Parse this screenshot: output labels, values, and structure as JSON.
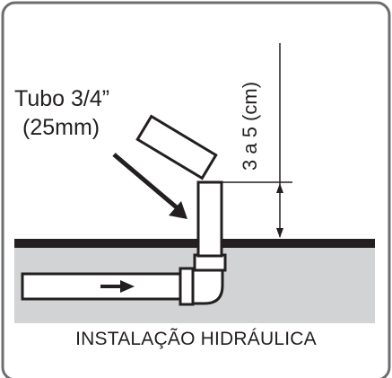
{
  "diagram": {
    "tube_label_line1": "Tubo 3/4”",
    "tube_label_line2": "(25mm)",
    "dimension_label": "3 a 5 (cm)",
    "caption": "INSTALAÇÃO HIDRÁULICA"
  },
  "colors": {
    "ink": "#231f20",
    "ground": "#d1d3d4",
    "frame": "#6d6e71",
    "pipe_fill": "#ffffff"
  }
}
